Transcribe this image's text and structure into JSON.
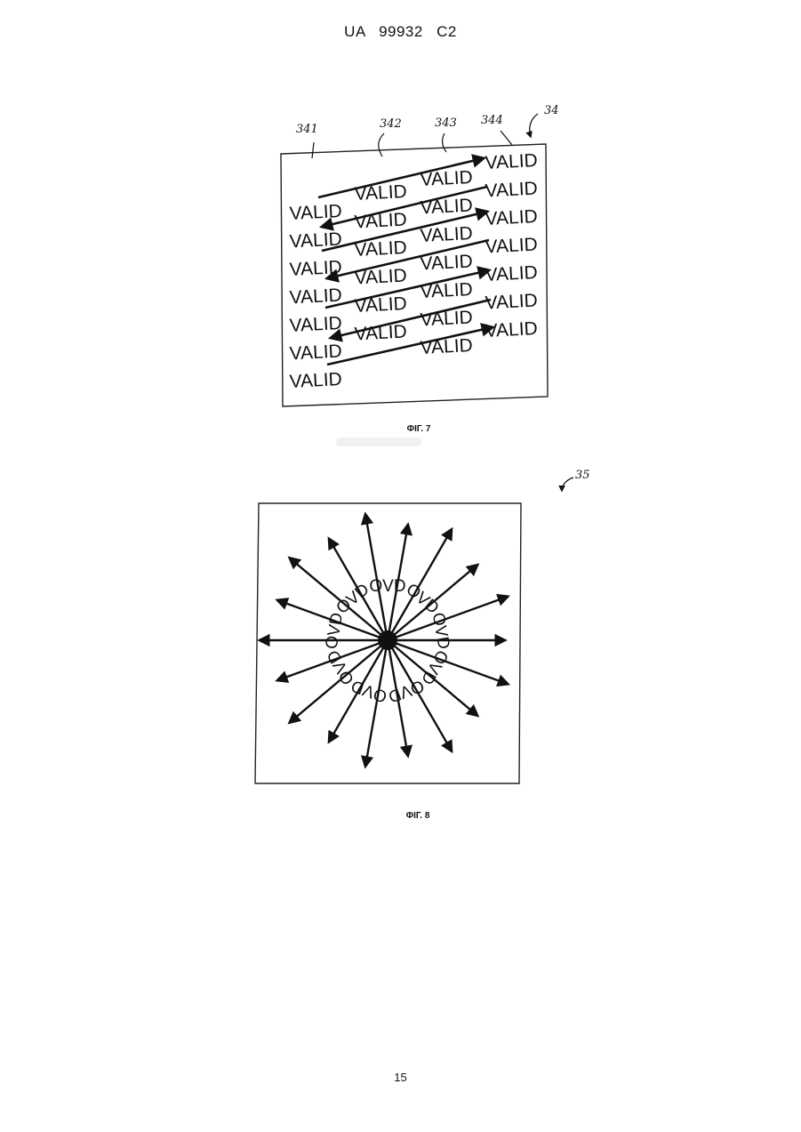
{
  "header": {
    "title": "UA 99932 C2"
  },
  "page_number": "15",
  "figure7": {
    "caption": "ФІГ. 7",
    "reference": "34",
    "labels": [
      "341",
      "342",
      "343",
      "344"
    ],
    "word": "VALID",
    "columns": [
      7,
      6,
      7,
      7
    ]
  },
  "figure8": {
    "caption": "ФІГ. 8",
    "reference": "35",
    "word": "OVD",
    "arrow_count": 18
  }
}
